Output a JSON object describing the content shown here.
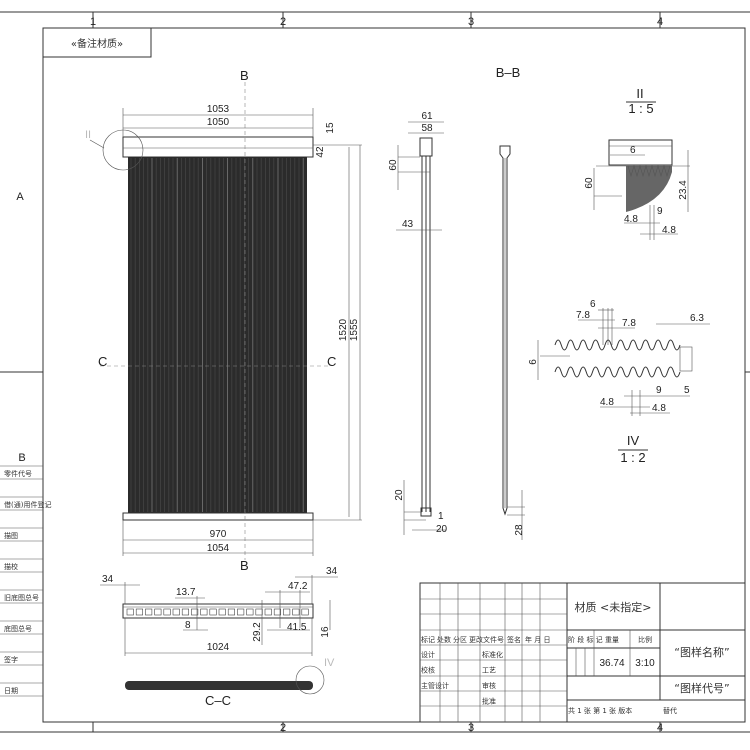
{
  "zones": {
    "cols": [
      "1",
      "2",
      "3",
      "4"
    ],
    "rows": [
      "A",
      "B"
    ]
  },
  "note_box": "«备注材质»",
  "main_view": {
    "dims": {
      "top_outer": "1053",
      "top_inner": "1050",
      "h1": "15",
      "h2": "42",
      "height_inner": "1520",
      "height_outer": "1555",
      "bottom_inner": "970",
      "bottom_outer": "1054"
    },
    "section_marks": {
      "b_top": "B",
      "b_bottom": "B",
      "c_left": "C",
      "c_right": "C"
    },
    "detail_mark": "II"
  },
  "section_bb": {
    "title": "B–B",
    "dims": {
      "w1": "61",
      "w2": "58",
      "h60": "60",
      "w43": "43",
      "h20": "20",
      "d1": "1",
      "d20": "20",
      "d28": "28"
    }
  },
  "detail_ii": {
    "label": "II",
    "scale": "1 : 5",
    "dims": [
      "6",
      "60",
      "23.4",
      "9",
      "4.8",
      "4.8"
    ]
  },
  "detail_iv": {
    "label": "IV",
    "scale": "1 : 2",
    "dims": [
      "6",
      "7.8",
      "7.8",
      "6.3",
      "6",
      "9",
      "5",
      "4.8",
      "4.8"
    ]
  },
  "section_cc": {
    "title": "C–C",
    "dims": {
      "l34": "34",
      "r34": "34",
      "d137": "13.7",
      "d8": "8",
      "d472": "47.2",
      "d415": "41.5",
      "d292": "29.2",
      "d16": "16",
      "d1024": "1024"
    },
    "detail_mark": "IV"
  },
  "left_column": [
    "零件代号",
    "借(通)用件登记",
    "描图",
    "描校",
    "旧底图总号",
    "底图总号",
    "签字",
    "日期"
  ],
  "title_block": {
    "material": "材质 <未指定>",
    "header_row": [
      "标记",
      "处数",
      "分区",
      "更改文件号",
      "签名",
      "年 月 日"
    ],
    "rows": [
      "设计",
      "校核",
      "主管设计"
    ],
    "mid_labels": [
      "标准化",
      "工艺",
      "审核",
      "批准"
    ],
    "stage_labels": [
      "阶 段 标 记",
      "重量",
      "比例"
    ],
    "weight": "36.74",
    "scale": "3:10",
    "drawing_name": "“图样名称”",
    "drawing_code": "“图样代号”",
    "sheet": "共 1 张 第 1 张 版本",
    "replace": "替代"
  }
}
